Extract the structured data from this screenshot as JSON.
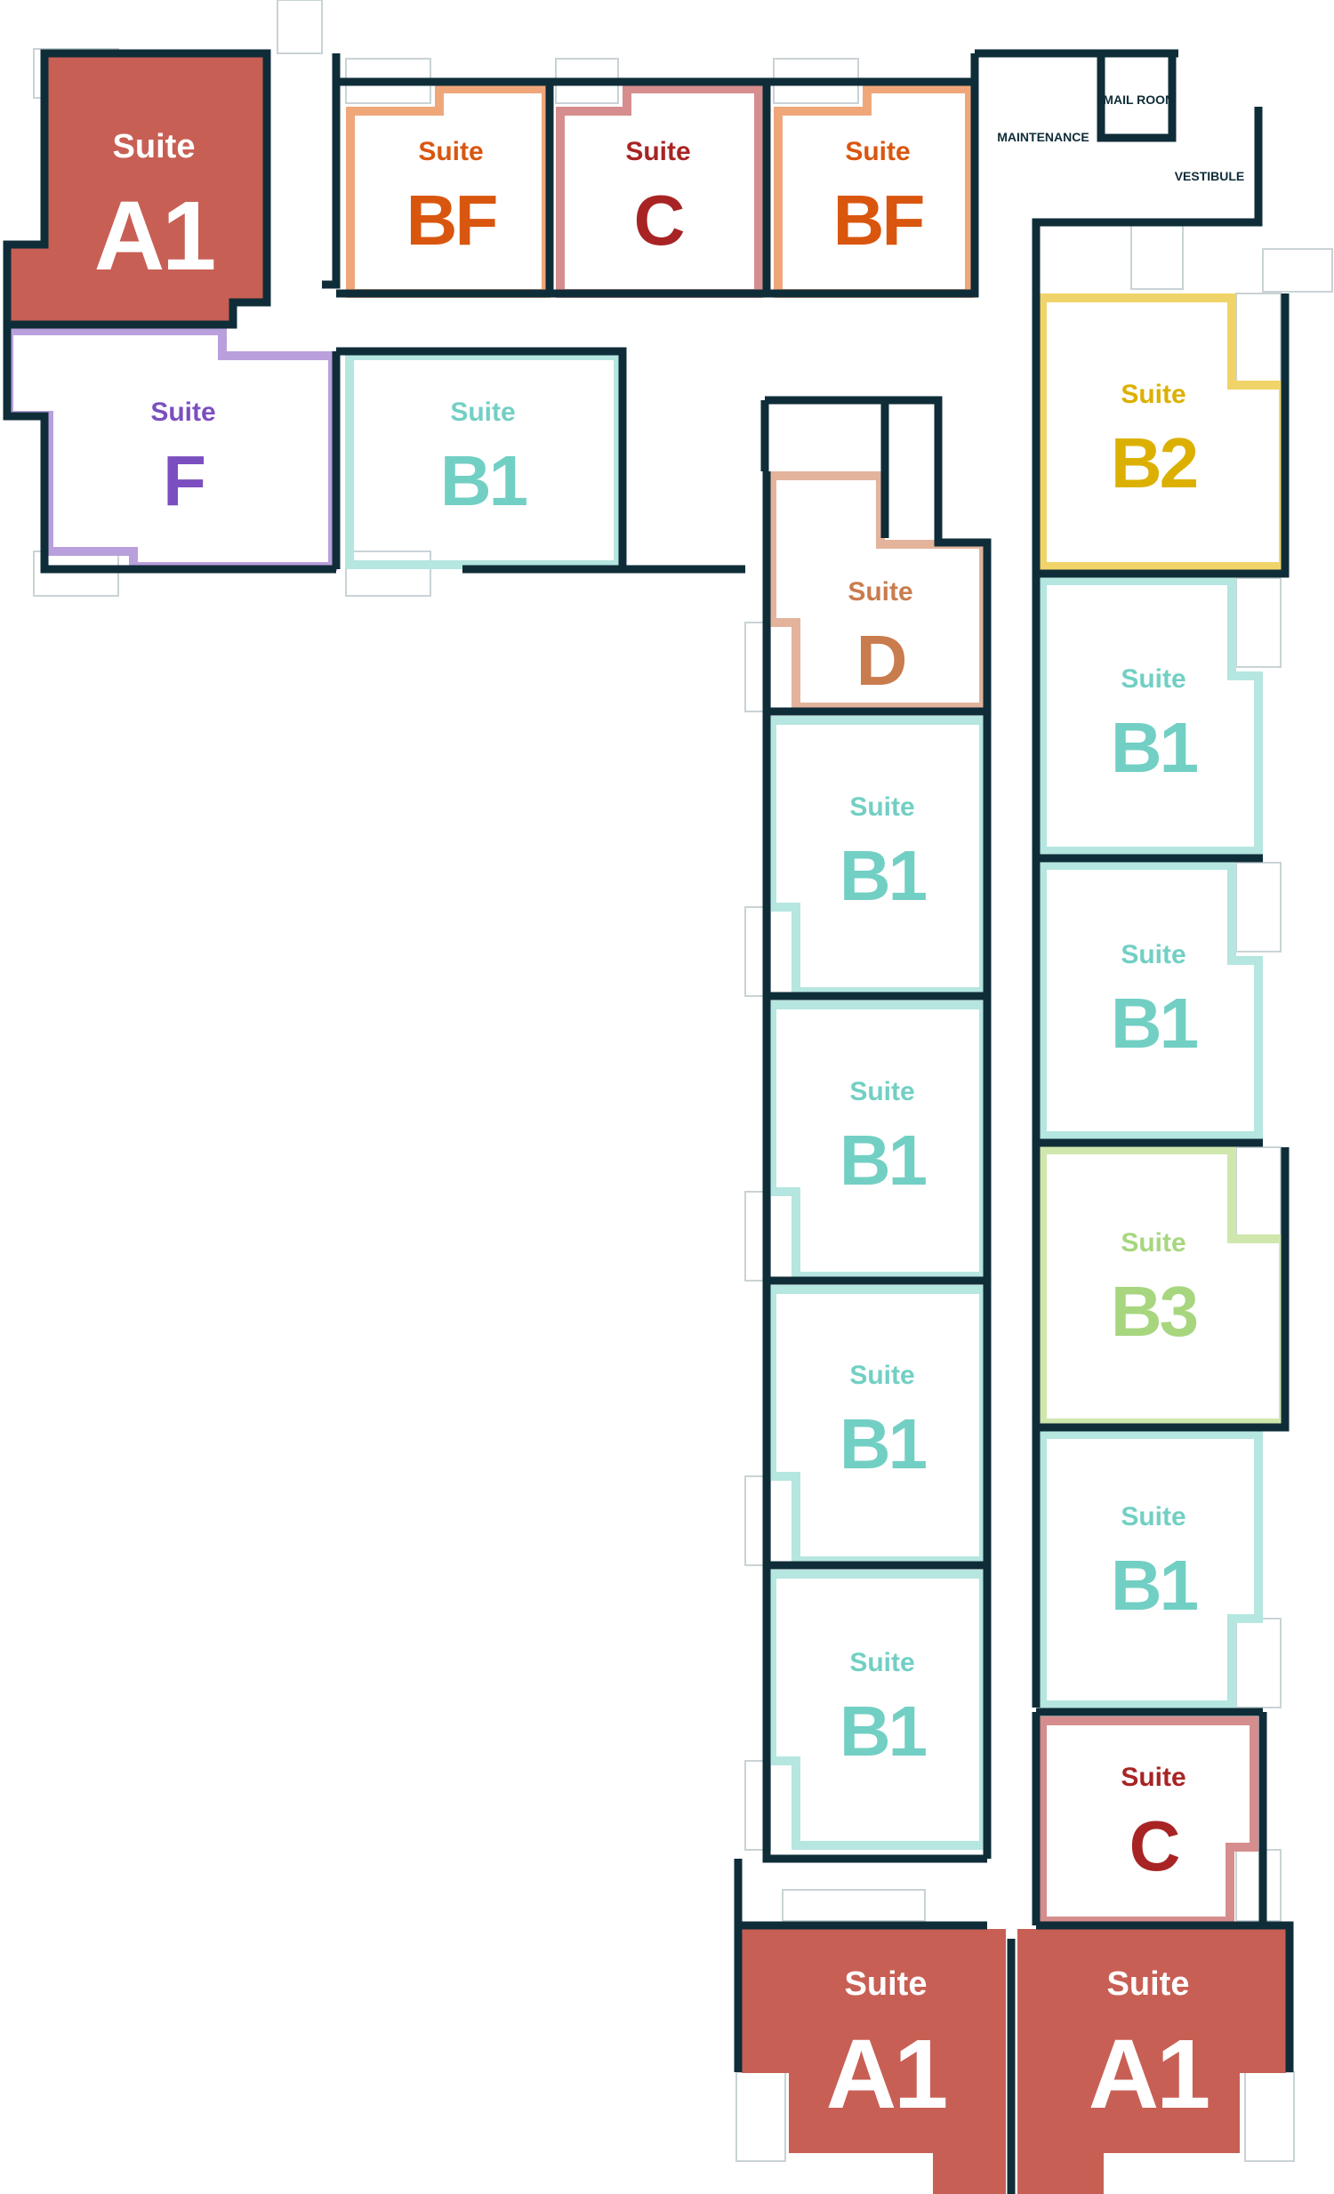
{
  "title": "Floor plan",
  "colors": {
    "wall": "#0f2d38"
  },
  "rooms": {
    "maintenance": "MAINTENANCE",
    "mail_room": "MAIL ROOM",
    "vestibule": "VESTIBULE"
  },
  "suites": [
    {
      "word": "Suite",
      "code": "A1",
      "fill": "#c85f55",
      "stroke": "#c85f55",
      "text": "#ffffff"
    },
    {
      "word": "Suite",
      "code": "BF",
      "fill": "none",
      "stroke": "#efa77a",
      "text": "#d9560f"
    },
    {
      "word": "Suite",
      "code": "C",
      "fill": "none",
      "stroke": "#d58d8d",
      "text": "#a82424"
    },
    {
      "word": "Suite",
      "code": "BF",
      "fill": "none",
      "stroke": "#efa77a",
      "text": "#d9560f"
    },
    {
      "word": "Suite",
      "code": "F",
      "fill": "none",
      "stroke": "#b9a0dc",
      "text": "#7b4fbf"
    },
    {
      "word": "Suite",
      "code": "B1",
      "fill": "none",
      "stroke": "#b5e6e0",
      "text": "#72cfc4"
    },
    {
      "word": "Suite",
      "code": "B2",
      "fill": "none",
      "stroke": "#f0d46a",
      "text": "#dcb000"
    },
    {
      "word": "Suite",
      "code": "D",
      "fill": "none",
      "stroke": "#e3b49b",
      "text": "#c97c4e"
    },
    {
      "word": "Suite",
      "code": "B1",
      "fill": "none",
      "stroke": "#b5e6e0",
      "text": "#72cfc4"
    },
    {
      "word": "Suite",
      "code": "B1",
      "fill": "none",
      "stroke": "#b5e6e0",
      "text": "#72cfc4"
    },
    {
      "word": "Suite",
      "code": "B1",
      "fill": "none",
      "stroke": "#b5e6e0",
      "text": "#72cfc4"
    },
    {
      "word": "Suite",
      "code": "B1",
      "fill": "none",
      "stroke": "#b5e6e0",
      "text": "#72cfc4"
    },
    {
      "word": "Suite",
      "code": "B1",
      "fill": "none",
      "stroke": "#b5e6e0",
      "text": "#72cfc4"
    },
    {
      "word": "Suite",
      "code": "B1",
      "fill": "none",
      "stroke": "#b5e6e0",
      "text": "#72cfc4"
    },
    {
      "word": "Suite",
      "code": "B3",
      "fill": "none",
      "stroke": "#cfe7ad",
      "text": "#a7d67f"
    },
    {
      "word": "Suite",
      "code": "B1",
      "fill": "none",
      "stroke": "#b5e6e0",
      "text": "#72cfc4"
    },
    {
      "word": "Suite",
      "code": "C",
      "fill": "none",
      "stroke": "#d58d8d",
      "text": "#a82424"
    },
    {
      "word": "Suite",
      "code": "A1",
      "fill": "#c85f55",
      "stroke": "#c85f55",
      "text": "#ffffff"
    },
    {
      "word": "Suite",
      "code": "A1",
      "fill": "#c85f55",
      "stroke": "#c85f55",
      "text": "#ffffff"
    }
  ]
}
